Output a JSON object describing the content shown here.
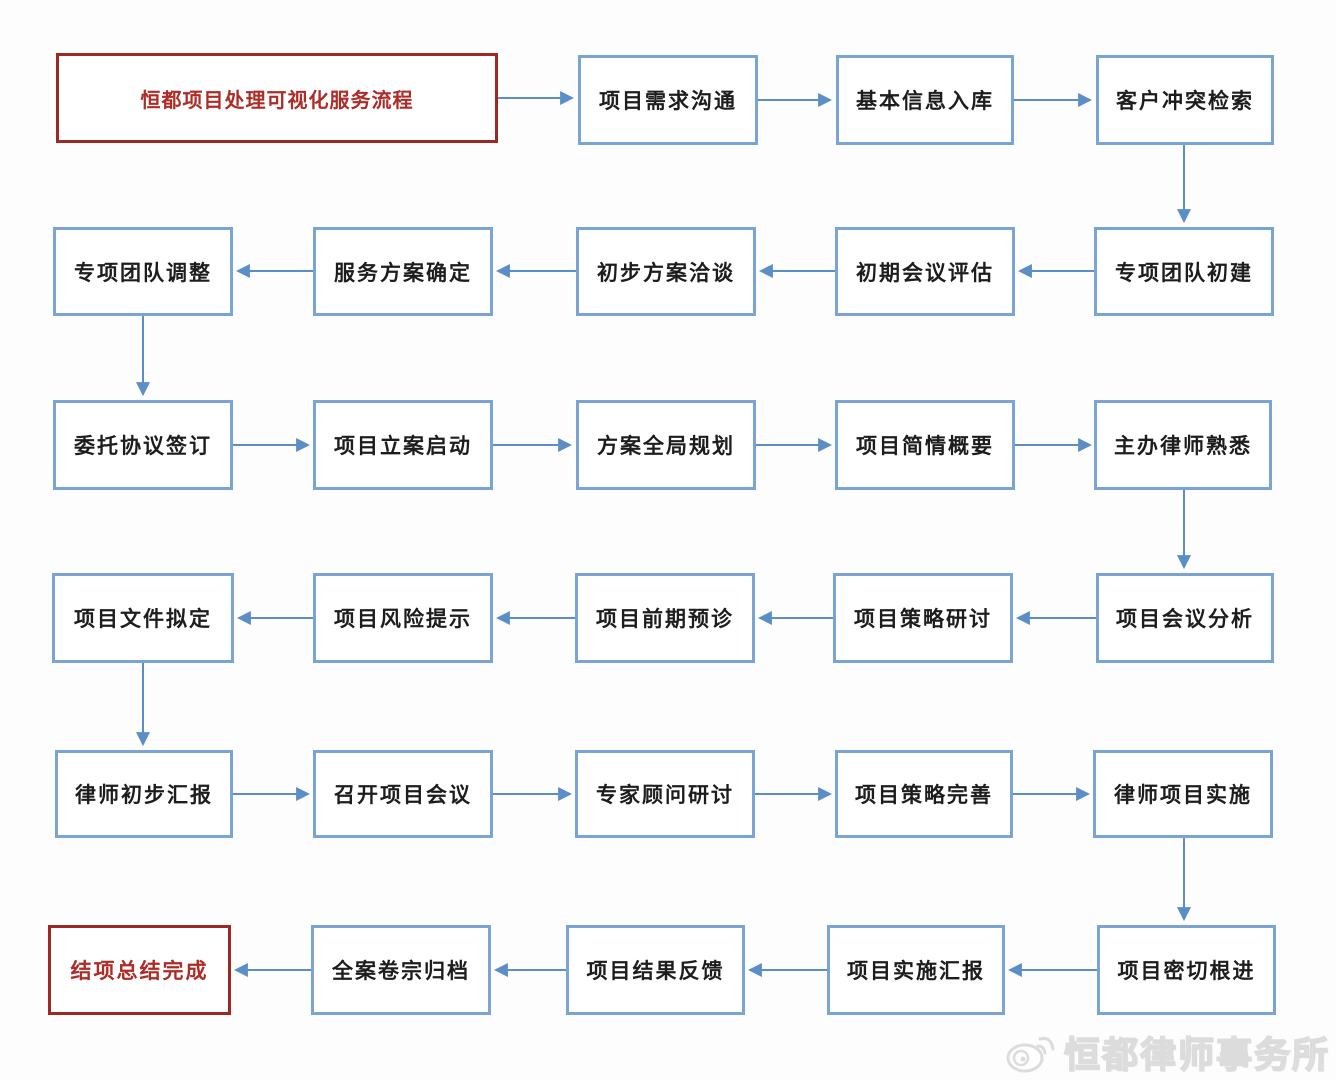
{
  "flow": {
    "start": {
      "label": "恒都项目处理可视化服务流程"
    },
    "steps": [
      {
        "label": "项目需求沟通"
      },
      {
        "label": "基本信息入库"
      },
      {
        "label": "客户冲突检索"
      },
      {
        "label": "专项团队初建"
      },
      {
        "label": "初期会议评估"
      },
      {
        "label": "初步方案洽谈"
      },
      {
        "label": "服务方案确定"
      },
      {
        "label": "专项团队调整"
      },
      {
        "label": "委托协议签订"
      },
      {
        "label": "项目立案启动"
      },
      {
        "label": "方案全局规划"
      },
      {
        "label": "项目简情概要"
      },
      {
        "label": "主办律师熟悉"
      },
      {
        "label": "项目会议分析"
      },
      {
        "label": "项目策略研讨"
      },
      {
        "label": "项目前期预诊"
      },
      {
        "label": "项目风险提示"
      },
      {
        "label": "项目文件拟定"
      },
      {
        "label": "律师初步汇报"
      },
      {
        "label": "召开项目会议"
      },
      {
        "label": "专家顾问研讨"
      },
      {
        "label": "项目策略完善"
      },
      {
        "label": "律师项目实施"
      },
      {
        "label": "项目密切根进"
      },
      {
        "label": "项目实施汇报"
      },
      {
        "label": "项目结果反馈"
      },
      {
        "label": "全案卷宗归档"
      }
    ],
    "end": {
      "label": "结项总结完成"
    }
  },
  "colors": {
    "box_border_blue": "#7aa3d6",
    "arrow_blue": "#5b8dc7",
    "accent_red": "#9f2823",
    "text_dark": "#1d1d1d",
    "watermark_gray": "#dcdcdc"
  },
  "watermark": {
    "icon": "weibo-icon",
    "text": "恒都律师事务所"
  }
}
